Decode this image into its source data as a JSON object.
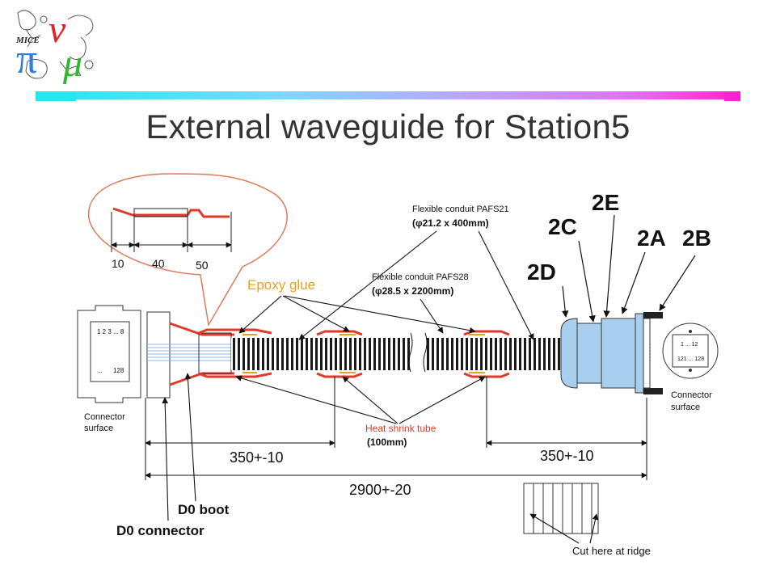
{
  "slide": {
    "title": "External waveguide for Station5",
    "logo_text": "MICE"
  },
  "diagram": {
    "labels": {
      "epoxy_glue": "Epoxy glue",
      "conduit_21": "Flexible conduit PAFS21",
      "conduit_21_dim": "(φ21.2 x 400mm)",
      "conduit_28": "Flexible conduit PAFS28",
      "conduit_28_dim": "(φ28.5 x 2200mm)",
      "heat_shrink": "Heat shrink tube",
      "heat_shrink_dim": "(100mm)",
      "connector_surface_left_1": "Connector",
      "connector_surface_left_2": "surface",
      "connector_surface_right_1": "Connector",
      "connector_surface_right_2": "surface",
      "d0_boot": "D0 boot",
      "d0_connector": "D0 connector",
      "cut_here": "Cut here at ridge",
      "dim_left": "350+-10",
      "dim_right": "350+-10",
      "dim_total": "2900+-20",
      "callout_10": "10",
      "callout_40": "40",
      "callout_50": "50",
      "part_2a": "2A",
      "part_2b": "2B",
      "part_2c": "2C",
      "part_2d": "2D",
      "part_2e": "2E",
      "left_conn_top": "1 2 3 ... 8",
      "left_conn_bottom": "128",
      "left_conn_dots": "...",
      "right_conn_top": "1 ... 12",
      "right_conn_bottom": "121 ... 128"
    },
    "colors": {
      "red": "#e03a2a",
      "orange_label": "#e8a020",
      "heat_label": "#e03a2a",
      "fiber_blue": "#8fb4e8",
      "connector_blue": "#a8d0ee",
      "dark": "#222222"
    }
  }
}
